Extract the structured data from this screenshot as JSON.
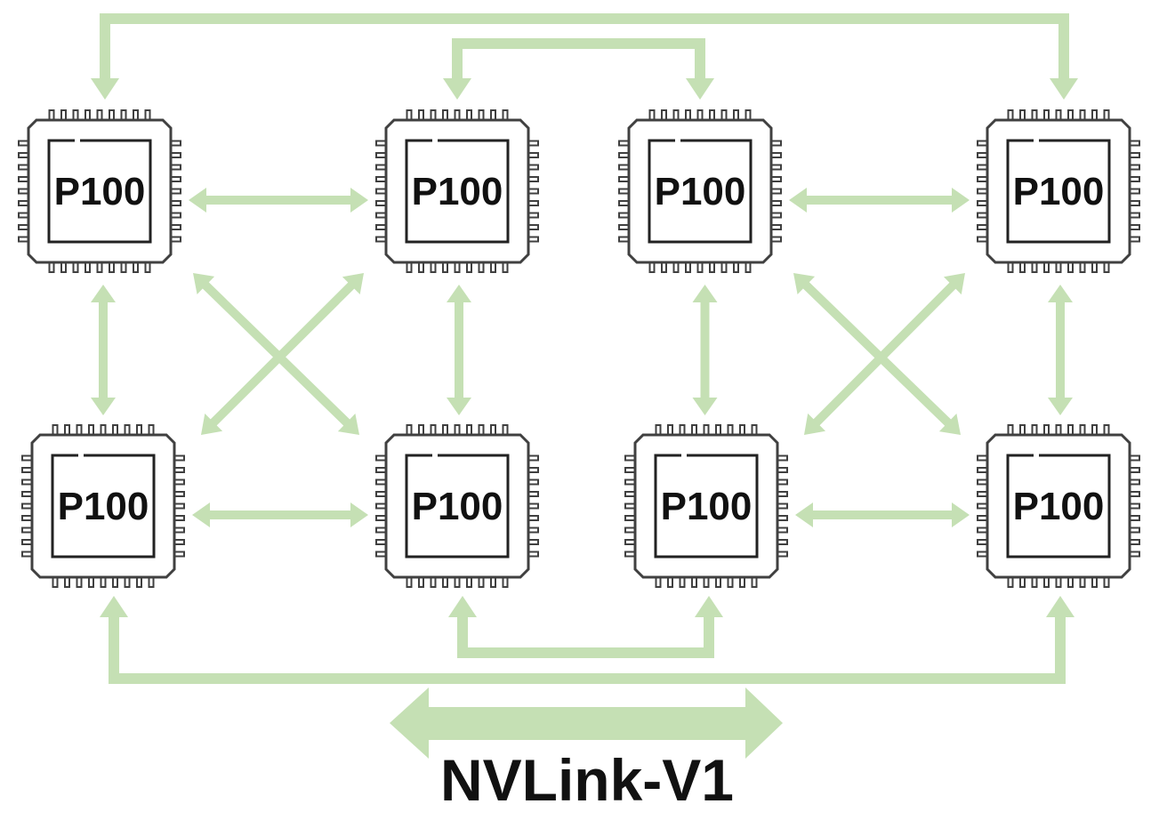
{
  "colors": {
    "link": "#c5e0b4",
    "chip_outline": "#404040",
    "text": "#111111",
    "background": "#ffffff"
  },
  "chips": [
    {
      "id": "c1",
      "label": "P100"
    },
    {
      "id": "c2",
      "label": "P100"
    },
    {
      "id": "c3",
      "label": "P100"
    },
    {
      "id": "c4",
      "label": "P100"
    },
    {
      "id": "c5",
      "label": "P100"
    },
    {
      "id": "c6",
      "label": "P100"
    },
    {
      "id": "c7",
      "label": "P100"
    },
    {
      "id": "c8",
      "label": "P100"
    }
  ],
  "links": [
    {
      "from": "c1",
      "to": "c2"
    },
    {
      "from": "c3",
      "to": "c4"
    },
    {
      "from": "c5",
      "to": "c6"
    },
    {
      "from": "c7",
      "to": "c8"
    },
    {
      "from": "c1",
      "to": "c5"
    },
    {
      "from": "c2",
      "to": "c6"
    },
    {
      "from": "c3",
      "to": "c7"
    },
    {
      "from": "c4",
      "to": "c8"
    },
    {
      "from": "c1",
      "to": "c6"
    },
    {
      "from": "c2",
      "to": "c5"
    },
    {
      "from": "c3",
      "to": "c8"
    },
    {
      "from": "c4",
      "to": "c7"
    },
    {
      "from": "c1",
      "to": "c4"
    },
    {
      "from": "c2",
      "to": "c3"
    },
    {
      "from": "c5",
      "to": "c8"
    },
    {
      "from": "c6",
      "to": "c7"
    }
  ],
  "legend": {
    "label": "NVLink-V1",
    "icon": "double-arrow-icon"
  }
}
